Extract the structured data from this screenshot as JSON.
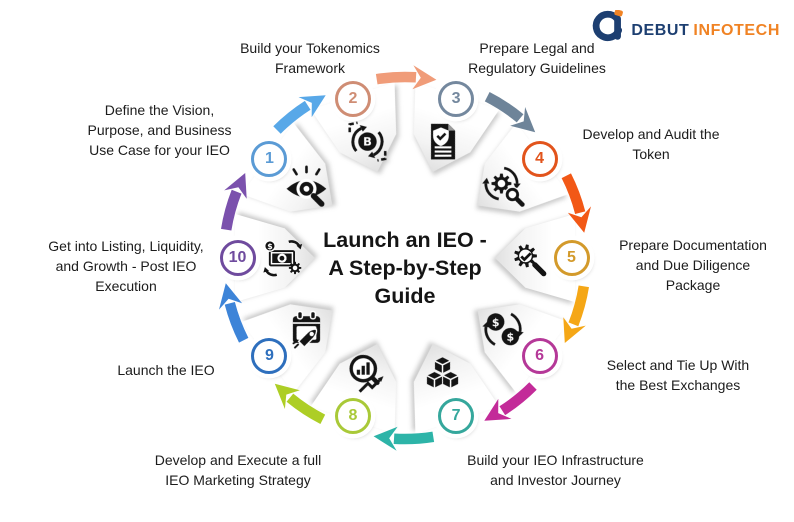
{
  "logo": {
    "mark_icon": "debut-logo-icon",
    "brand": "DEBUT",
    "brand2": "INFOTECH",
    "brand_color": "#1d3f71",
    "brand2_color": "#f08324"
  },
  "center_title": "Launch an IEO -\nA Step-by-Step\nGuide",
  "icon_glyphs": {
    "tokenomics_coin": "B",
    "exchange_coin": "$"
  },
  "steps": [
    {
      "number": "1",
      "label": "Define the Vision,\nPurpose, and Business\nUse Case for your IEO",
      "color": "#5b9bd5",
      "arrow_color": "#58a8e8",
      "icon": "vision-eye-icon"
    },
    {
      "number": "2",
      "label": "Build your Tokenomics\nFramework",
      "color": "#cf8d74",
      "arrow_color": "#f09c79",
      "icon": "tokenomics-coin-icon"
    },
    {
      "number": "3",
      "label": "Prepare Legal and\nRegulatory Guidelines",
      "color": "#74889e",
      "arrow_color": "#6e8499",
      "icon": "legal-document-icon"
    },
    {
      "number": "4",
      "label": "Develop and Audit the\nToken",
      "color": "#e2541c",
      "arrow_color": "#f25816",
      "icon": "token-audit-icon"
    },
    {
      "number": "5",
      "label": "Prepare Documentation\nand Due Diligence\nPackage",
      "color": "#d39a2b",
      "arrow_color": "#f5a716",
      "icon": "due-diligence-icon"
    },
    {
      "number": "6",
      "label": "Select and Tie Up With\nthe Best Exchanges",
      "color": "#b53898",
      "arrow_color": "#c32b99",
      "icon": "exchange-coins-icon"
    },
    {
      "number": "7",
      "label": "Build your IEO Infrastructure\nand Investor Journey",
      "color": "#35a79c",
      "arrow_color": "#2db4a8",
      "icon": "infrastructure-cubes-icon"
    },
    {
      "number": "8",
      "label": "Develop and Execute a full\nIEO Marketing Strategy",
      "color": "#a9c938",
      "arrow_color": "#adce25",
      "icon": "marketing-chart-icon"
    },
    {
      "number": "9",
      "label": "Launch the IEO",
      "color": "#2e6fbd",
      "arrow_color": "#3d84d8",
      "icon": "launch-calendar-icon"
    },
    {
      "number": "10",
      "label": "Get into Listing, Liquidity,\nand Growth - Post IEO\nExecution",
      "color": "#6f4b9e",
      "arrow_color": "#7b51ad",
      "icon": "liquidity-cash-icon"
    }
  ]
}
